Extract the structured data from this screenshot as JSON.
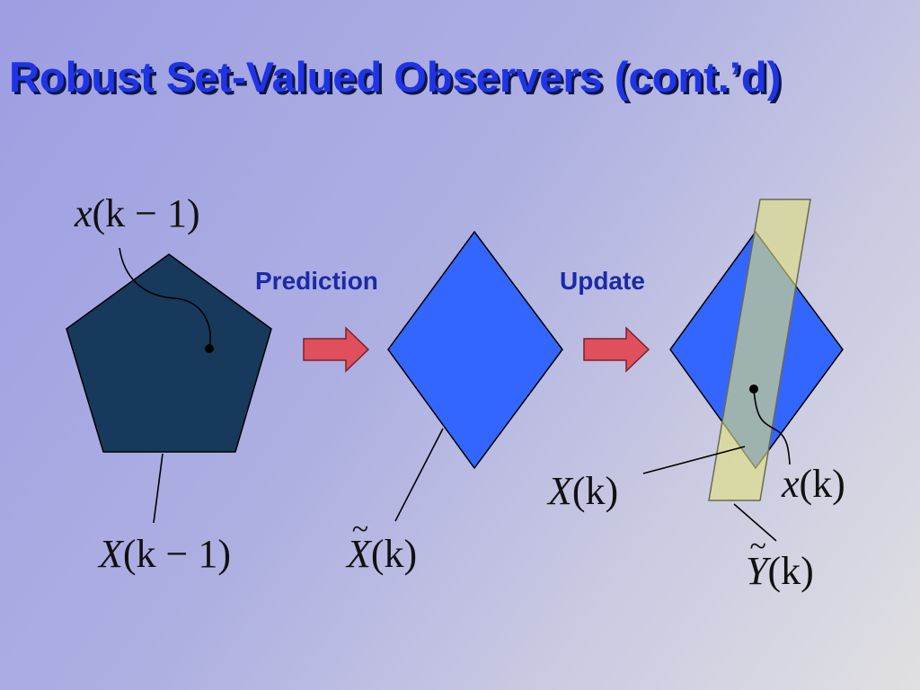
{
  "slide": {
    "title": "Robust Set-Valued Observers (cont.’d)"
  },
  "arrows": {
    "prediction_label": "Prediction",
    "update_label": "Update"
  },
  "math_labels": {
    "x_km1": {
      "var": "x",
      "args": "(k − 1)"
    },
    "X_km1": {
      "var": "X",
      "args": "(k − 1)"
    },
    "Xtilde_k": {
      "var": "X",
      "args": "(k)"
    },
    "X_k": {
      "var": "X",
      "args": "(k)"
    },
    "x_k": {
      "var": "x",
      "args": "(k)"
    },
    "Ytilde_k": {
      "var": "Y",
      "args": "(k)"
    }
  },
  "colors": {
    "title": "#1f34e6",
    "title_shadow": "#0e1644",
    "label": "#1a2aa8",
    "pentagon": "#173a5c",
    "diamond": "#3366ff",
    "strip": "#d8d884",
    "arrow_fill": "#e0505c",
    "arrow_stroke": "#7a2030"
  }
}
